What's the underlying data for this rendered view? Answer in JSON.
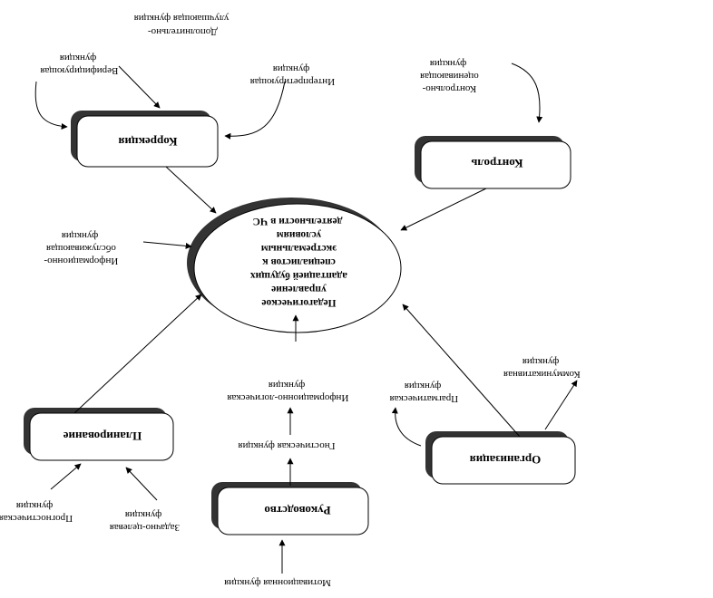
{
  "center": {
    "lines": [
      "Педагогическое",
      "управление",
      "адаптацией будущих",
      "специалистов к",
      "экстремальным",
      "условиям",
      "деятельности в ЧС"
    ]
  },
  "boxes": {
    "correction": "Коррекция",
    "control": "Контроль",
    "planning": "Планирование",
    "leadership": "Руководство",
    "organization": "Организация"
  },
  "functions": {
    "verifying": [
      "Верифицирующая",
      "функция"
    ],
    "additional": [
      "Дополнительно-",
      "улучшающая функция"
    ],
    "interpreting": [
      "Интерпретирующая",
      "функция"
    ],
    "control_eval": [
      "Контрольно-",
      "оценивающая",
      "функция"
    ],
    "info_service": [
      "Информационно-",
      "обслуживающая",
      "функция"
    ],
    "prognostic": [
      "Прогностическая",
      "функция"
    ],
    "goal_task": [
      "Задачно-целевая",
      "функция"
    ],
    "gnostic": [
      "Гностическая функция"
    ],
    "info_logical": [
      "Информационно-логическая",
      "функция"
    ],
    "motivational": [
      "Мотивационная функция"
    ],
    "pragmatic": [
      "Прагматическая",
      "функция"
    ],
    "communicative": [
      "Коммуникативная",
      "функция"
    ]
  }
}
